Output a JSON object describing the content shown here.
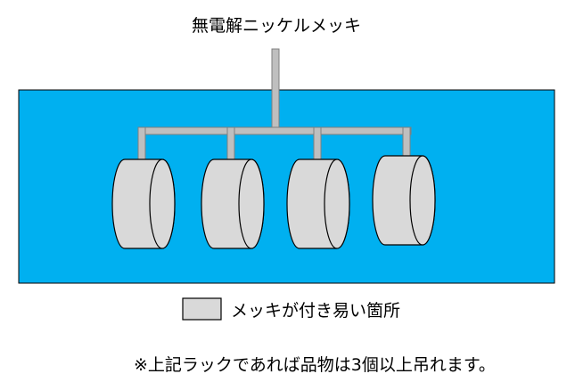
{
  "title": "無電解ニッケルメッキ",
  "legend": {
    "label": "メッキが付き易い箇所"
  },
  "note": "※上記ラックであれば品物は3個以上吊れます。",
  "colors": {
    "bath": "#00b0f0",
    "part_fill": "#d9d9d9",
    "rack": "#bfbfbf",
    "outline": "#000000"
  },
  "parts": {
    "count": 4
  }
}
